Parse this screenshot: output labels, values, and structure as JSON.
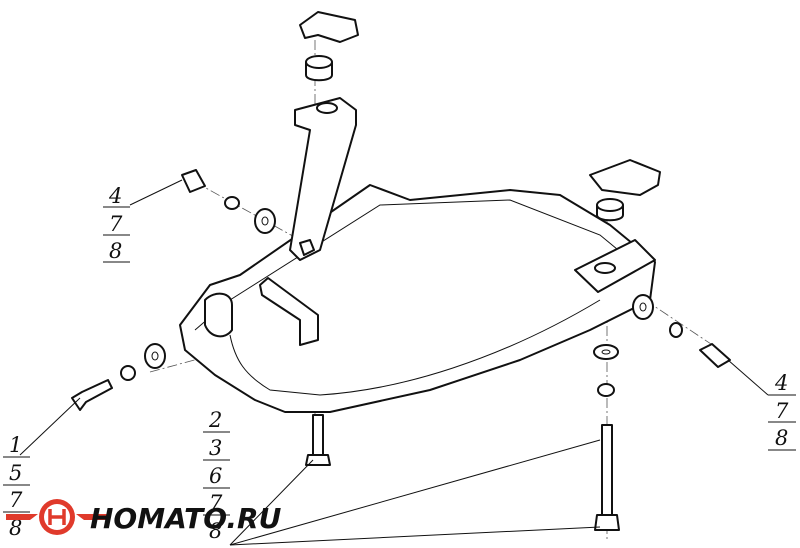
{
  "callouts": {
    "upper_left": [
      "4",
      "7",
      "8"
    ],
    "lower_left": [
      "1",
      "5",
      "7",
      "8"
    ],
    "bottom_center": [
      "2",
      "3",
      "6",
      "7",
      "8"
    ],
    "right": [
      "4",
      "7",
      "8"
    ]
  },
  "logo": {
    "text": "HOMATO.RU",
    "color_accent": "#e03a2b"
  }
}
